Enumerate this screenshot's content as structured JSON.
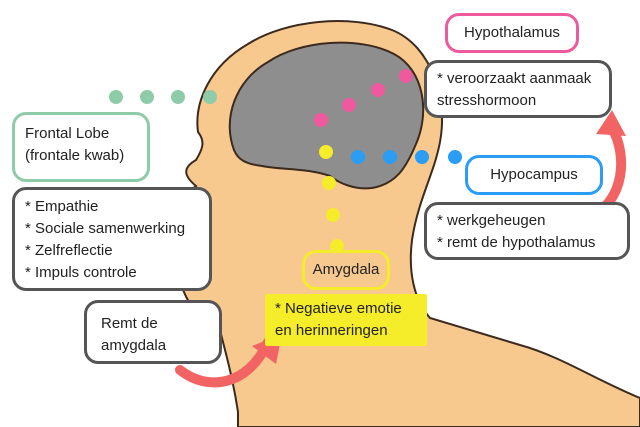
{
  "colors": {
    "skin": "#f8c98f",
    "outline": "#3b2a1d",
    "brain": "#8e8e8e",
    "green": "#8ecba9",
    "pink": "#ee5a9d",
    "yellow": "#f5ec2a",
    "blue": "#2b9df4",
    "arrow": "#f26464",
    "box_border": "#555555"
  },
  "frontal": {
    "title_lines": [
      "Frontal Lobe",
      "(frontale kwab)"
    ],
    "items": [
      "* Empathie",
      "* Sociale samenwerking",
      "* Zelfreflectie",
      "* Impuls controle"
    ]
  },
  "inhibit": {
    "lines": [
      "Remt de",
      "amygdala"
    ]
  },
  "hypothalamus": {
    "title": "Hypothalamus",
    "items": [
      "* veroorzaakt aanmaak",
      "stresshormoon"
    ]
  },
  "hippocampus": {
    "title": "Hypocampus",
    "items": [
      "* werkgeheugen",
      "* remt de hypothalamus"
    ]
  },
  "amygdala": {
    "title": "Amygdala",
    "items": [
      "* Negatieve emotie",
      "en herinneringen"
    ]
  }
}
